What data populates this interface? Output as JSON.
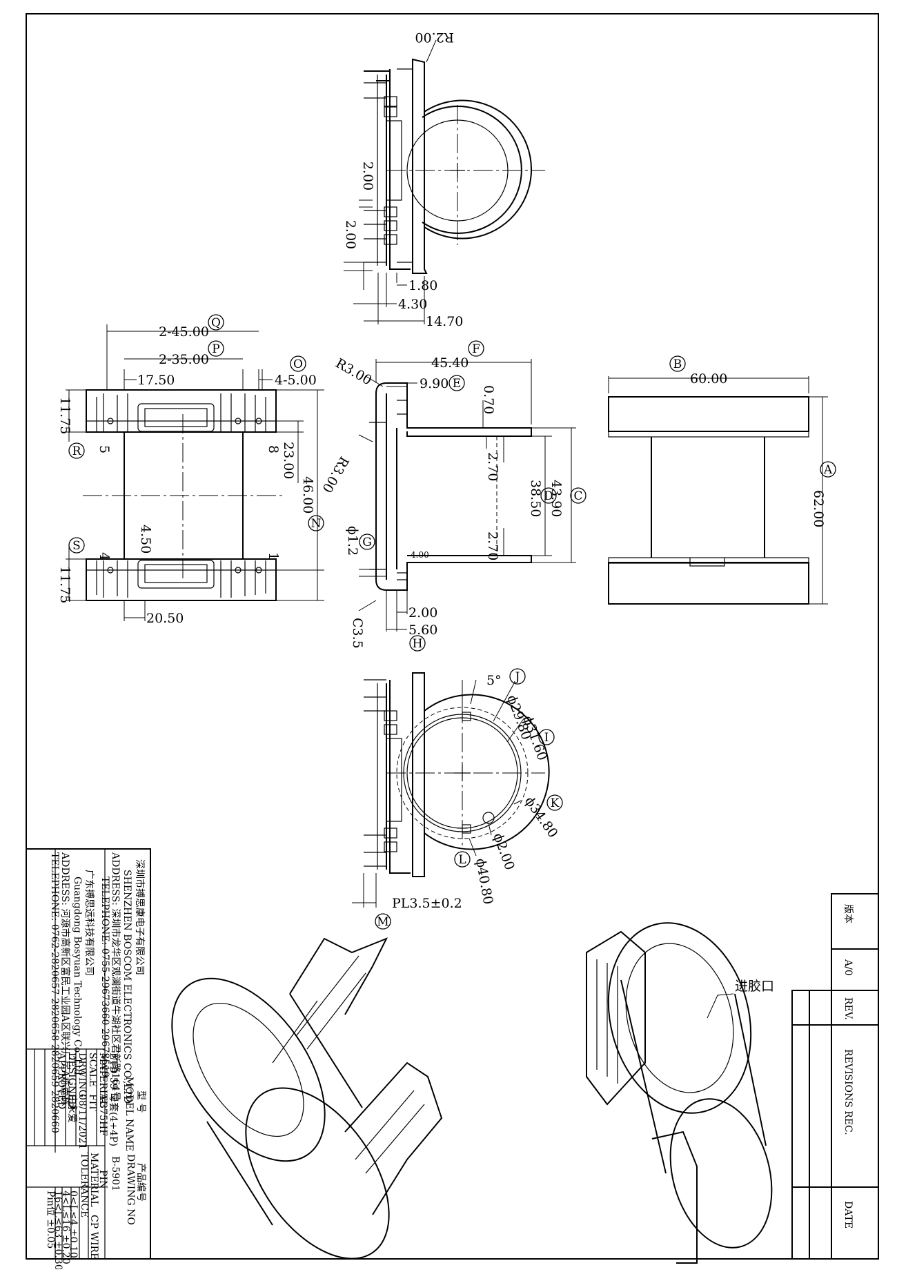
{
  "dims": {
    "r2": "R2.00",
    "d200a": "2.00",
    "d200b": "2.00",
    "d180": "1.80",
    "d430": "4.30",
    "d1470": "14.70",
    "q2_45": "2-45.00",
    "p2_35": "2-35.00",
    "d1750": "17.50",
    "o4_5": "4-5.00",
    "d1175a": "11.75",
    "d1175b": "11.75",
    "d2300": "23.00",
    "n4600": "46.00",
    "d450": "4.50",
    "d2050": "20.50",
    "pin5": "5",
    "pin8": "8",
    "pin4": "4",
    "pin1": "1",
    "f4540": "45.40",
    "r300a": "R3.00",
    "e990": "9.90",
    "d070": "0.70",
    "r300b": "R3.00",
    "d270a": "2.70",
    "d270b": "2.70",
    "d3850": "38.50",
    "c4390": "43.90",
    "g12": "ϕ1.2",
    "d400": "4.00",
    "c35": "C3.5",
    "d200c": "2.00",
    "d560": "5.60",
    "b6000": "60.00",
    "a6200": "62.00",
    "deg5": "5°",
    "j2980": "ϕ29.80",
    "i3160": "ϕ31.60",
    "k3480": "ϕ34.80",
    "d200d": "ϕ2.00",
    "l4080": "ϕ40.80",
    "pl": "PL3.5±0.2"
  },
  "callouts": {
    "A": "A",
    "B": "B",
    "C": "C",
    "D": "D",
    "E": "E",
    "F": "F",
    "G": "G",
    "H": "H",
    "I": "I",
    "J": "J",
    "K": "K",
    "L": "L",
    "M": "M",
    "N": "N",
    "O": "O",
    "P": "P",
    "Q": "Q",
    "R": "R",
    "S": "S"
  },
  "gate_label": "进胶口",
  "revisions": {
    "ver_label": "版本",
    "ver_value": "A/0",
    "rev": "REV.",
    "revisions_rec": "REVISIONS REC.",
    "date": "DATE"
  },
  "title_block": {
    "company_cn": "深圳市搏思康电子有限公司",
    "company_en": "SHENZHEN BOSCOM ELECTRONICS CO.,LTD",
    "address1": "ADDRESS: 深圳市龙华区观澜街道牛湖社区君新路164号",
    "telephone1": "TELEPHONE: 0755-29673660  29673519",
    "company2_cn": "广东搏思远科技有限公司",
    "company2_en": "Guangdong Bosyuan Technology Co.,Ltd",
    "address2": "ADDRESS: 河源市高新区富民工业园A区联兴厂房A栋南栋",
    "telephone2": "TELEPHONE: 0762-2820657  2820658  2820659  2820660",
    "model_cn": "型 号",
    "model_en": "MODEL NAME",
    "model_value": "ETD-59 母套(4+4P)",
    "material_label": "MATERIAL",
    "material_value": "T-375HF",
    "scale_label": "SCALE",
    "scale_value": "FIT",
    "drwing_label": "DRWING",
    "drwing_value": "08/11/2021",
    "designed_label": "DESIGNED",
    "designed_value": "庄永爱",
    "approved_label": "APPROVED",
    "approved_value": "",
    "drawing_no_cn": "产品编号",
    "drawing_no_en": "DRAWING NO",
    "drawing_no_value": "B-5901",
    "pin_label": "PIN",
    "pin_material_label": "MATERIAL",
    "pin_material_value": "CP WIRE",
    "tolerance_label": "TOLERANCE",
    "tol1": "0<L≤4    ±0.10",
    "tol2": "4<L≤16   ±0.20",
    "tol3": "16<L≤63  ±0.30",
    "tol4": "Pin位    ±0.05"
  }
}
